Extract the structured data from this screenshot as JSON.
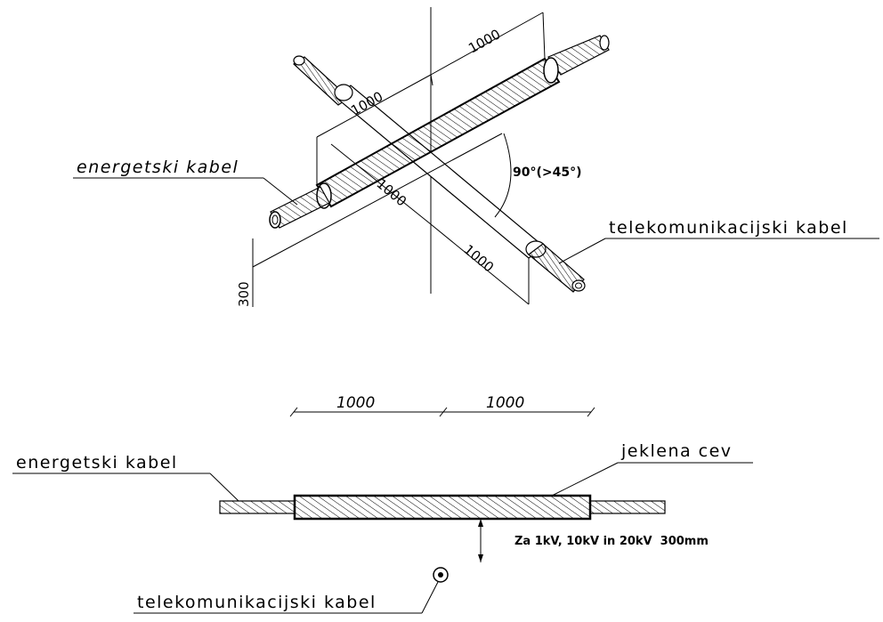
{
  "top_view": {
    "label_power_cable": "energetski kabel",
    "label_telecom_cable": "telekomunikacijski kabel",
    "dim_upper_right": "1000",
    "dim_upper_left": "1000",
    "dim_lower_left": "1000",
    "dim_lower_right": "1000",
    "dim_depth": "300",
    "angle_label": "90°(>45°)"
  },
  "side_view": {
    "dim_left": "1000",
    "dim_right": "1000",
    "label_power_cable": "energetski kabel",
    "label_steel_pipe": "jeklena cev",
    "label_telecom_cable": "telekomunikacijski kabel",
    "note": "Za 1kV, 10kV in 20kV  300mm"
  },
  "colors": {
    "line": "#000000",
    "background": "#ffffff"
  }
}
